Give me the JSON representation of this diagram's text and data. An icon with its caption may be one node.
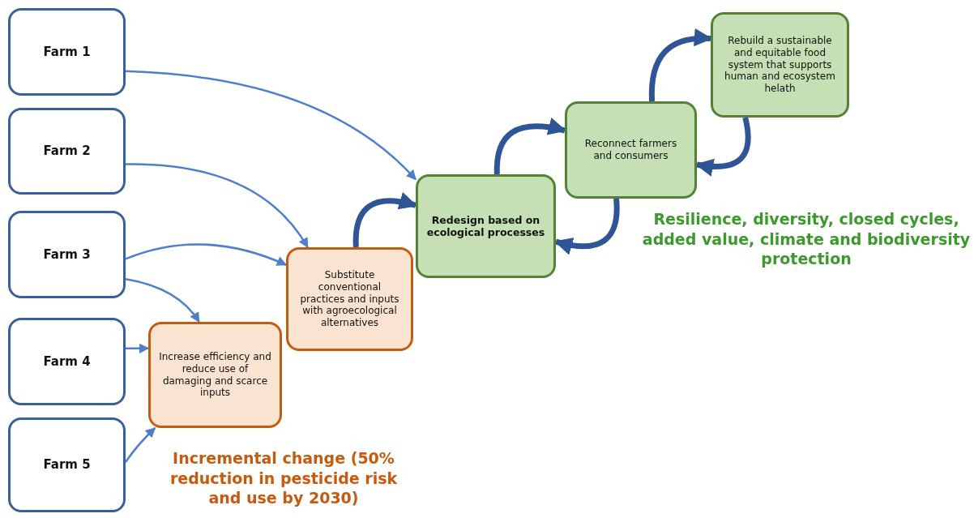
{
  "diagram": {
    "nodes": [
      {
        "text": [
          "Farm 1"
        ]
      },
      {
        "text": [
          "Farm 2"
        ]
      },
      {
        "text": [
          "Farm 3"
        ]
      },
      {
        "text": [
          "Farm 4"
        ]
      },
      {
        "text": [
          "Farm 5"
        ]
      },
      {
        "text": [
          "Increase efficiency and reduce use of damaging and scarce inputs"
        ]
      },
      {
        "text": [
          "Substitute conventional practices and inputs with agroecological alternatives"
        ]
      },
      {
        "text": [
          "Redesign based on ecological processes"
        ]
      },
      {
        "text": [
          "Reconnect farmers and consumers"
        ]
      },
      {
        "text": [
          "Rebuild a sustainable and equitable food system that supports human and ecosystem helath"
        ]
      }
    ],
    "edges": [
      {
        "from": 0,
        "to": 7,
        "arrow": "to"
      },
      {
        "from": 1,
        "to": 6,
        "arrow": "to"
      },
      {
        "from": 2,
        "to": 6,
        "arrow": "to"
      },
      {
        "from": 2,
        "to": 5,
        "arrow": "to"
      },
      {
        "from": 3,
        "to": 5,
        "arrow": "to"
      },
      {
        "from": 4,
        "to": 5,
        "arrow": "to"
      },
      {
        "from": 6,
        "to": 7,
        "arrow": "to",
        "style": "thick",
        "color": "#2f5597"
      },
      {
        "from": 7,
        "to": 8,
        "arrow": "to",
        "style": "thick",
        "color": "#2f5597"
      },
      {
        "from": 8,
        "to": 7,
        "arrow": "to",
        "style": "thick",
        "color": "#2f5597"
      },
      {
        "from": 8,
        "to": 9,
        "arrow": "to",
        "style": "thick",
        "color": "#2f5597"
      },
      {
        "from": 9,
        "to": 8,
        "arrow": "to",
        "style": "thick",
        "color": "#2f5597"
      }
    ],
    "labels": [
      "Incremental change (50% reduction in pesticide risk and use by 2030)",
      "Resilience, diversity, closed cycles, added value, climate and biodiversity protection"
    ]
  }
}
